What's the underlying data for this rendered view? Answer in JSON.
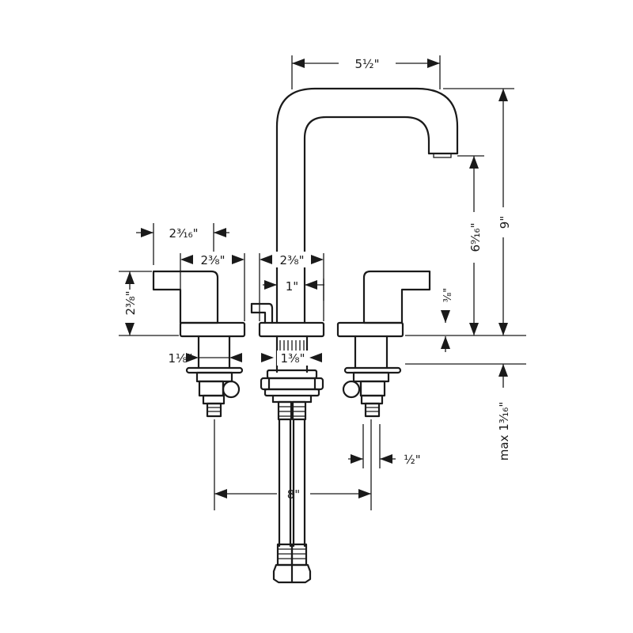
{
  "dimensions": {
    "spout_reach": "5½\"",
    "overall_height": "9\"",
    "spout_height": "6⁹⁄₁₆\"",
    "handle_height": "2³⁄₈\"",
    "handle_top_width": "2³⁄₁₆\"",
    "left_base_width": "2³⁄₈\"",
    "spout_base_width": "2³⁄₈\"",
    "spout_neck": "1\"",
    "deck_offset": "³⁄₈\"",
    "valve_shank": "1⅛\"",
    "spout_shank": "1³⁄₈\"",
    "max_deck_thickness": "max 1³⁄₁₆\"",
    "connection": "½\"",
    "center_spread": "8\""
  },
  "colors": {
    "line": "#1a1a1a",
    "background": "#ffffff"
  }
}
